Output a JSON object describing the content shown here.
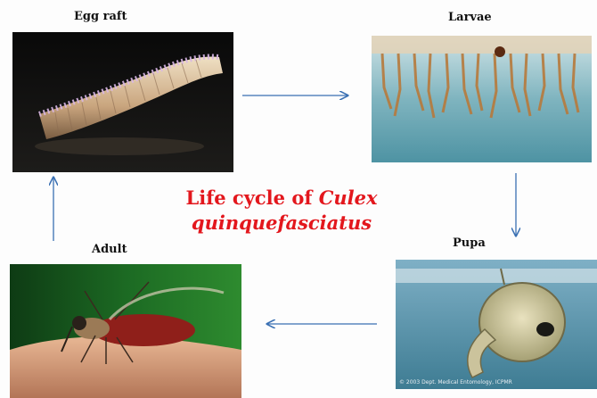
{
  "stages": {
    "egg_raft": {
      "label": "Egg raft"
    },
    "larvae": {
      "label": "Larvae"
    },
    "pupa": {
      "label": "Pupa"
    },
    "adult": {
      "label": "Adult"
    }
  },
  "title": {
    "line1_prefix": "Life cycle of",
    "line1_italic": "Culex",
    "line2_italic": "quinquefasciatus"
  },
  "colors": {
    "title": "#e3171d",
    "arrow": "#3a70b3"
  },
  "pupa_photo_credit": "© 2003 Dept. Medical Entomology, ICPMR"
}
